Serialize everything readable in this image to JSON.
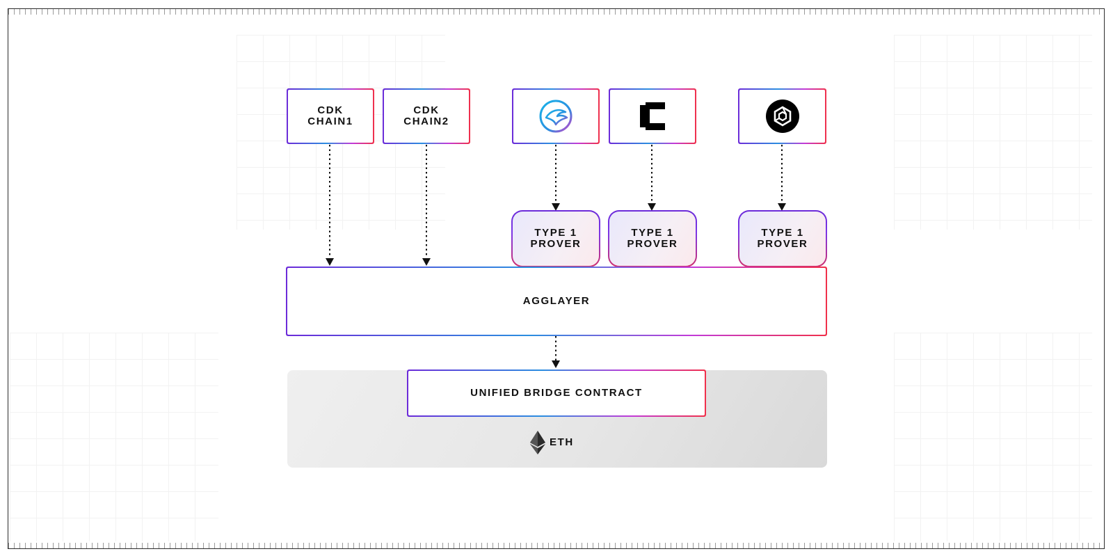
{
  "chains": {
    "cdk1": {
      "line1": "CDK",
      "line2": "CHAIN1"
    },
    "cdk2": {
      "line1": "CDK",
      "line2": "CHAIN2"
    },
    "logo_chains": [
      {
        "icon": "bird-logo-icon"
      },
      {
        "icon": "blocky-c-logo-icon"
      },
      {
        "icon": "circle-hex-logo-icon"
      }
    ]
  },
  "provers": [
    {
      "line1": "TYPE 1",
      "line2": "PROVER"
    },
    {
      "line1": "TYPE 1",
      "line2": "PROVER"
    },
    {
      "line1": "TYPE 1",
      "line2": "PROVER"
    }
  ],
  "agglayer": {
    "label": "AGGLAYER"
  },
  "bridge": {
    "label": "UNIFIED BRIDGE CONTRACT"
  },
  "eth": {
    "label": "ETH",
    "icon": "ethereum-icon"
  },
  "colors": {
    "gradient_start": "#6c2bd9",
    "gradient_mid": "#2a8ee0",
    "gradient_end": "#f0304a",
    "eth_panel": "#e6e6e6"
  }
}
